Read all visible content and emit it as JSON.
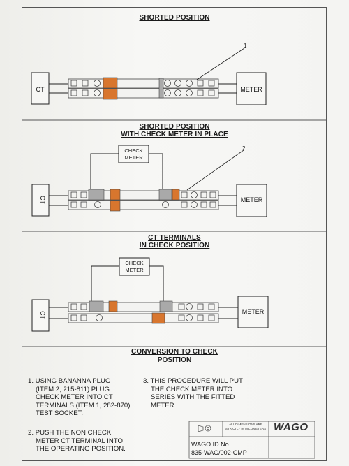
{
  "sections": {
    "s1_title": "SHORTED POSITION",
    "s2_title_line1": "SHORTED POSITION",
    "s2_title_line2": "WITH CHECK METER IN PLACE",
    "s3_title_line1": "CT TERMINALS",
    "s3_title_line2": "IN CHECK POSITION",
    "s4_title_line1": "CONVERSION TO CHECK",
    "s4_title_line2": "POSITION"
  },
  "labels": {
    "ct": "CT",
    "meter": "METER",
    "check_meter_line1": "CHECK",
    "check_meter_line2": "METER",
    "callout_1": "1",
    "callout_2": "2"
  },
  "instructions": {
    "item1": [
      "1. USING BANANNA PLUG",
      "(ITEM 2, 215-811) PLUG",
      "CHECK METER INTO CT",
      "TERMINALS (ITEM 1, 282-870)",
      "TEST SOCKET."
    ],
    "item2": [
      "2. PUSH THE NON CHECK",
      "METER CT TERMINAL INTO",
      "THE OPERATING POSITION."
    ],
    "item3": [
      "3. THIS PROCEDURE WILL PUT",
      "THE CHECK METER INTO",
      "SERIES WITH THE FITTED",
      "METER"
    ]
  },
  "title_block": {
    "logo": "WAGO",
    "id_label": "WAGO ID No.",
    "id_value": "835-WAG/002-CMP",
    "notes": "ALL DIMENSIONS ARE STRICTLY IN MILLIMETERS"
  },
  "colors": {
    "terminal_orange": "#d8762e",
    "line": "#222222",
    "terminal_gray": "#a9a9a9"
  }
}
